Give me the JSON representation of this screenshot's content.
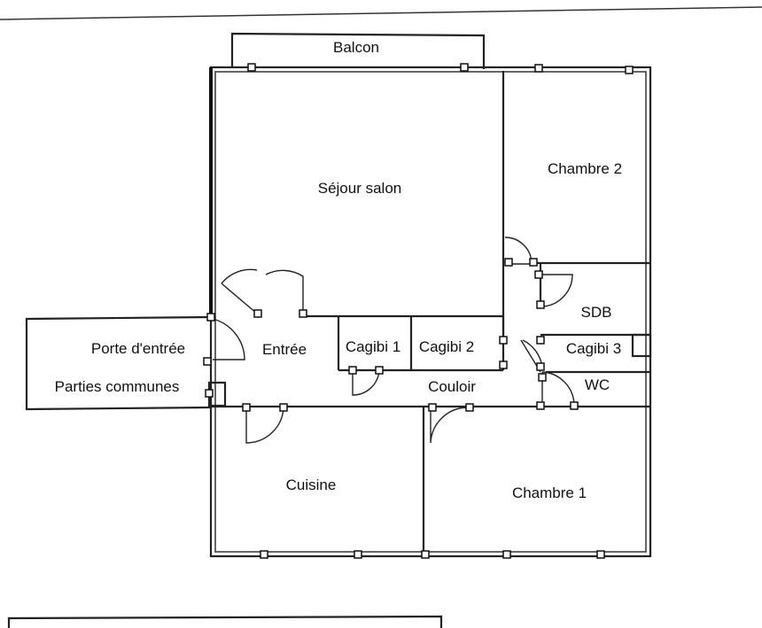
{
  "rooms": {
    "balcon": "Balcon",
    "sejour": "Séjour salon",
    "chambre2": "Chambre 2",
    "sdb": "SDB",
    "porte_entree": "Porte d'entrée",
    "entree": "Entrée",
    "cagibi1": "Cagibi 1",
    "cagibi2": "Cagibi 2",
    "cagibi3": "Cagibi 3",
    "parties_communes": "Parties communes",
    "couloir": "Couloir",
    "wc": "WC",
    "cuisine": "Cuisine",
    "chambre1": "Chambre 1"
  },
  "colors": {
    "line": "#222222",
    "background": "#ffffff"
  }
}
